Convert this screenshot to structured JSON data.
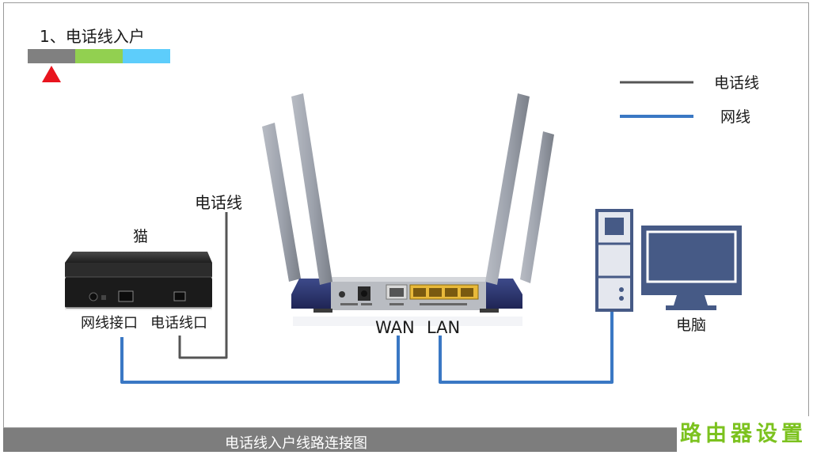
{
  "diagram": {
    "step_title": "1、电话线入户",
    "progress": {
      "total_steps": 3,
      "current_step": 1,
      "colors": [
        "#808080",
        "#92d050",
        "#5dcdfb"
      ]
    },
    "legend": {
      "phone_line": "电话线",
      "network_line": "网线"
    },
    "modem": {
      "label": "猫",
      "network_port": "网线接口",
      "phone_port": "电话线口"
    },
    "phone_wire_label": "电话线",
    "router": {
      "wan_label": "WAN",
      "lan_label": "LAN"
    },
    "computer": {
      "label": "电脑"
    },
    "footer_caption": "电话线入户线路连接图",
    "brand": "路由器设置"
  },
  "colors": {
    "phone_line": "#555555",
    "network_line": "#3a78c4",
    "marker": "#e8141e",
    "footer": "#7d7d7d",
    "brand": "#7cc21f"
  }
}
